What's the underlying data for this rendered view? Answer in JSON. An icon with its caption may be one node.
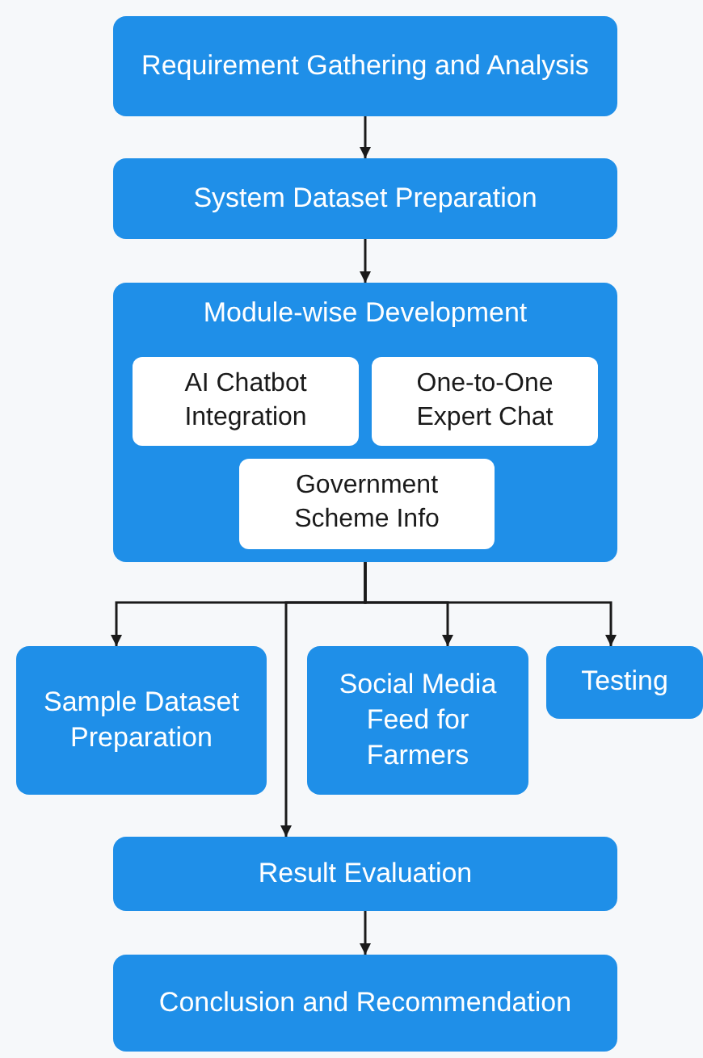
{
  "diagram": {
    "nodes": [
      {
        "text": [
          "Requirement Gathering and Analysis"
        ]
      },
      {
        "text": [
          "System Dataset Preparation"
        ]
      },
      {
        "text": [
          "Module-wise Development"
        ]
      },
      {
        "text": [
          "AI Chatbot Integration"
        ],
        "in": 2
      },
      {
        "text": [
          "One-to-One Expert Chat"
        ],
        "in": 2
      },
      {
        "text": [
          "Government Scheme Info"
        ],
        "in": 2
      },
      {
        "text": [
          "Sample Dataset Preparation"
        ]
      },
      {
        "text": [
          "Social Media Feed for Farmers"
        ]
      },
      {
        "text": [
          "Testing"
        ]
      },
      {
        "text": [
          "Result Evaluation"
        ]
      },
      {
        "text": [
          "Conclusion and Recommendation"
        ]
      }
    ],
    "edges": [
      {
        "from": 0,
        "to": 1,
        "arrow": "to"
      },
      {
        "from": 1,
        "to": 2,
        "arrow": "to"
      },
      {
        "from": 2,
        "to": 6,
        "arrow": "to"
      },
      {
        "from": 2,
        "to": 7,
        "arrow": "to"
      },
      {
        "from": 2,
        "to": 8,
        "arrow": "to"
      },
      {
        "from": 2,
        "to": 9,
        "arrow": "to"
      },
      {
        "from": 9,
        "to": 10,
        "arrow": "to"
      }
    ]
  }
}
